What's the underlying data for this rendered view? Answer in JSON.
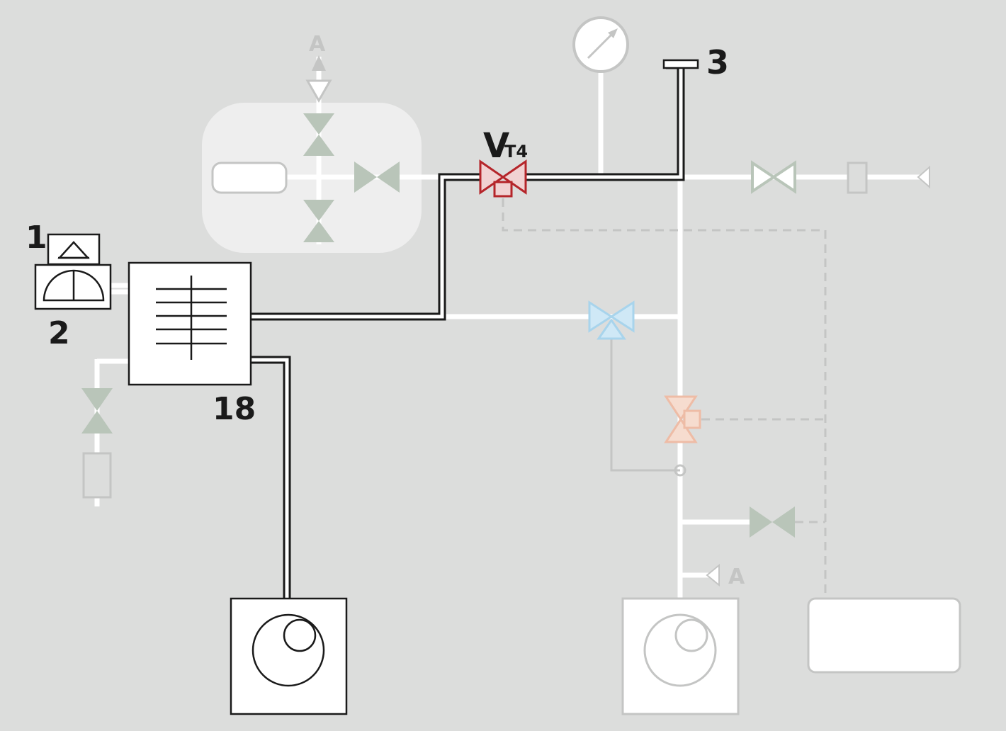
{
  "labels": {
    "n1": "1",
    "n2": "2",
    "n3": "3",
    "n18": "18",
    "vt4_main": "V",
    "vt4_sub": "T4",
    "a_top": "A",
    "a_right": "A"
  },
  "colors": {
    "background": "#dcdddc",
    "pipe_white": "#ffffff",
    "pipe_active": "#1a1a1a",
    "valve_green": "#b9c5b9",
    "valve_red": "#b5252a",
    "valve_blue": "#a8d4ec",
    "valve_orange": "#eebca6",
    "inactive_gray": "#c4c5c4",
    "panel": "#eeeeee"
  },
  "icons": [
    "pressure-gauge-icon",
    "vacuum-pump-icon",
    "manifold-icon",
    "needle-valve-icon",
    "three-way-valve-icon",
    "pneumatic-valve-icon"
  ]
}
